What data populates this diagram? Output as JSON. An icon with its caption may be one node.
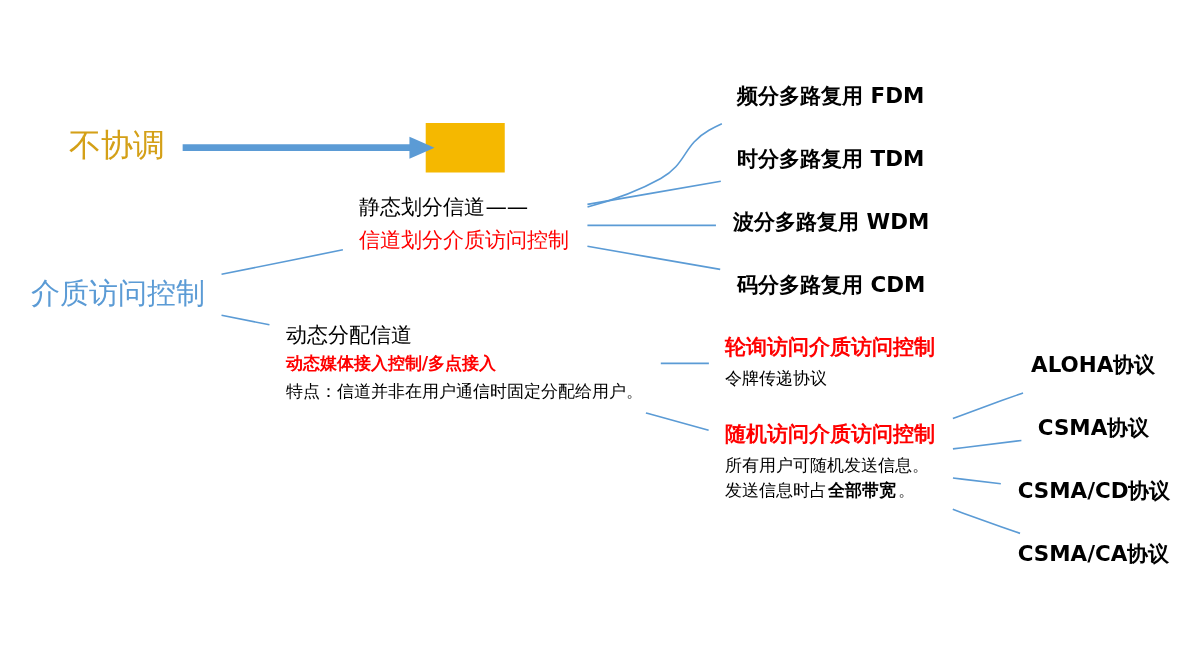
{
  "diagram": {
    "nodes": [
      {
        "text": [
          "介质访问控制"
        ]
      },
      {
        "text": [
          "静态划分信道——",
          "信道划分介质访问控制"
        ]
      },
      {
        "text": [
          "频分多路复用 FDM"
        ]
      },
      {
        "text": [
          "时分多路复用 TDM"
        ]
      },
      {
        "text": [
          "波分多路复用 WDM"
        ]
      },
      {
        "text": [
          "码分多路复用 CDM"
        ]
      },
      {
        "text": [
          "动态分配信道"
        ],
        "beside": [
          "动态媒体接入控制/多点接入",
          "特点：信道并非在用户通信时固定分配给用户。"
        ]
      },
      {
        "text": [
          "轮询访问介质访问控制"
        ],
        "beside": [
          "令牌传递协议"
        ]
      },
      {
        "text": [
          "随机访问介质访问控制"
        ],
        "beside": [
          "所有用户可随机发送信息。",
          "发送信息时占**全部带宽**。"
        ]
      },
      {
        "text": [
          "ALOHA协议"
        ]
      },
      {
        "text": [
          "CSMA协议"
        ]
      },
      {
        "text": [
          "CSMA/CD协议"
        ]
      },
      {
        "text": [
          "CSMA/CA协议"
        ]
      },
      {
        "text": [
          "不协调"
        ]
      },
      {
        "text": [],
        "shape": "box"
      }
    ],
    "edges": [
      {
        "from": 0,
        "to": 1,
        "arrow": "none"
      },
      {
        "from": 0,
        "to": 6,
        "arrow": "none"
      },
      {
        "from": 1,
        "to": 2,
        "arrow": "none"
      },
      {
        "from": 1,
        "to": 3,
        "arrow": "none"
      },
      {
        "from": 1,
        "to": 4,
        "arrow": "none"
      },
      {
        "from": 1,
        "to": 5,
        "arrow": "none"
      },
      {
        "from": 6,
        "to": 7,
        "arrow": "none"
      },
      {
        "from": 6,
        "to": 8,
        "arrow": "none"
      },
      {
        "from": 8,
        "to": 9,
        "arrow": "none"
      },
      {
        "from": 8,
        "to": 10,
        "arrow": "none"
      },
      {
        "from": 8,
        "to": 11,
        "arrow": "none"
      },
      {
        "from": 8,
        "to": 12,
        "arrow": "none"
      },
      {
        "from": 13,
        "to": 14,
        "arrow": "to",
        "style": "thick",
        "color": "#5b9bd5"
      }
    ]
  }
}
